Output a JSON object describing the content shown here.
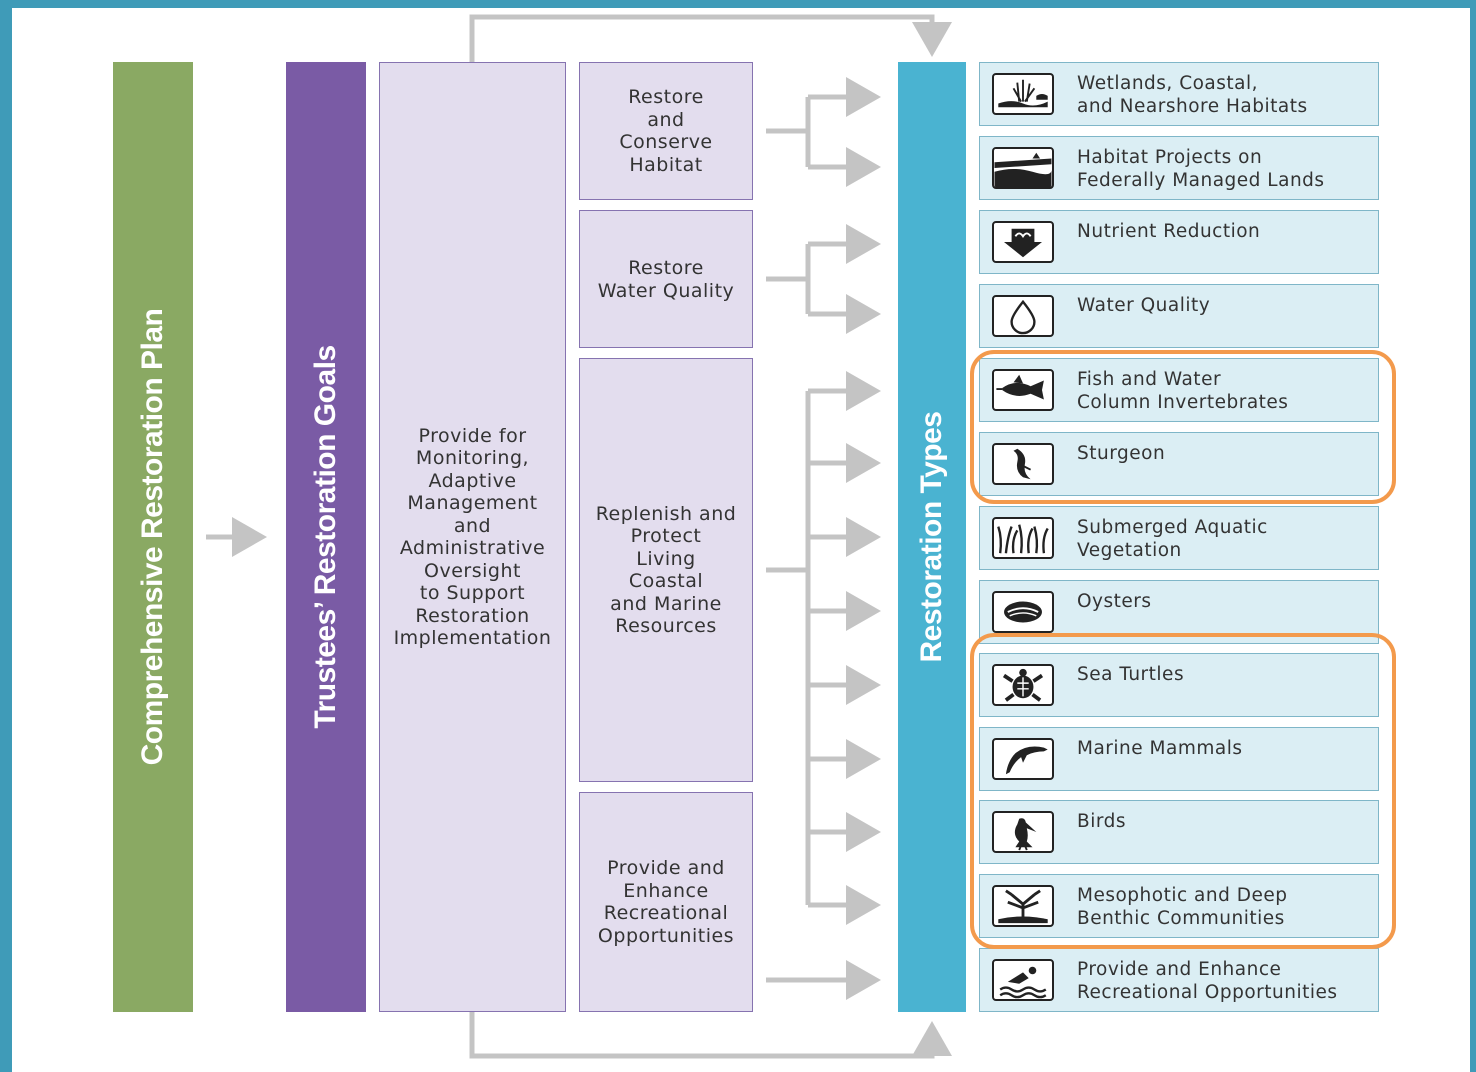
{
  "columns": {
    "plan": "Comprehensive Restoration Plan",
    "goals": "Trustees’ Restoration Goals",
    "types": "Restoration Types"
  },
  "oversight": "Provide for\nMonitoring,\nAdaptive\nManagement\nand\nAdministrative\nOversight\nto Support\nRestoration\nImplementation",
  "goals": [
    "Restore\nand\nConserve\nHabitat",
    "Restore\nWater Quality",
    "Replenish and\nProtect\nLiving\nCoastal\nand Marine\nResources",
    "Provide and\nEnhance\nRecreational\nOpportunities"
  ],
  "restoration_types": [
    {
      "label": "Wetlands, Coastal,\nand Nearshore Habitats",
      "icon": "wetlands-icon"
    },
    {
      "label": "Habitat Projects on\nFederally Managed Lands",
      "icon": "federal-lands-icon"
    },
    {
      "label": "Nutrient Reduction",
      "icon": "nutrient-reduction-icon"
    },
    {
      "label": "Water Quality",
      "icon": "water-drop-icon"
    },
    {
      "label": "Fish and Water\nColumn Invertebrates",
      "icon": "fish-icon"
    },
    {
      "label": "Sturgeon",
      "icon": "sturgeon-icon"
    },
    {
      "label": "Submerged Aquatic\nVegetation",
      "icon": "seagrass-icon"
    },
    {
      "label": "Oysters",
      "icon": "oyster-icon"
    },
    {
      "label": "Sea Turtles",
      "icon": "sea-turtle-icon"
    },
    {
      "label": "Marine Mammals",
      "icon": "dolphin-icon"
    },
    {
      "label": "Birds",
      "icon": "pelican-icon"
    },
    {
      "label": "Mesophotic and Deep\nBenthic Communities",
      "icon": "coral-icon"
    },
    {
      "label": "Provide and Enhance\nRecreational Opportunities",
      "icon": "swimmer-icon"
    }
  ],
  "colors": {
    "plan": "#8aa963",
    "goals": "#7a5ba5",
    "types": "#4ab3d1",
    "lavender": "#e3ddee",
    "type_box": "#dbeef4",
    "highlight": "#f39a4c",
    "arrow": "#c4c4c4",
    "frame": "#3f9bb8"
  }
}
